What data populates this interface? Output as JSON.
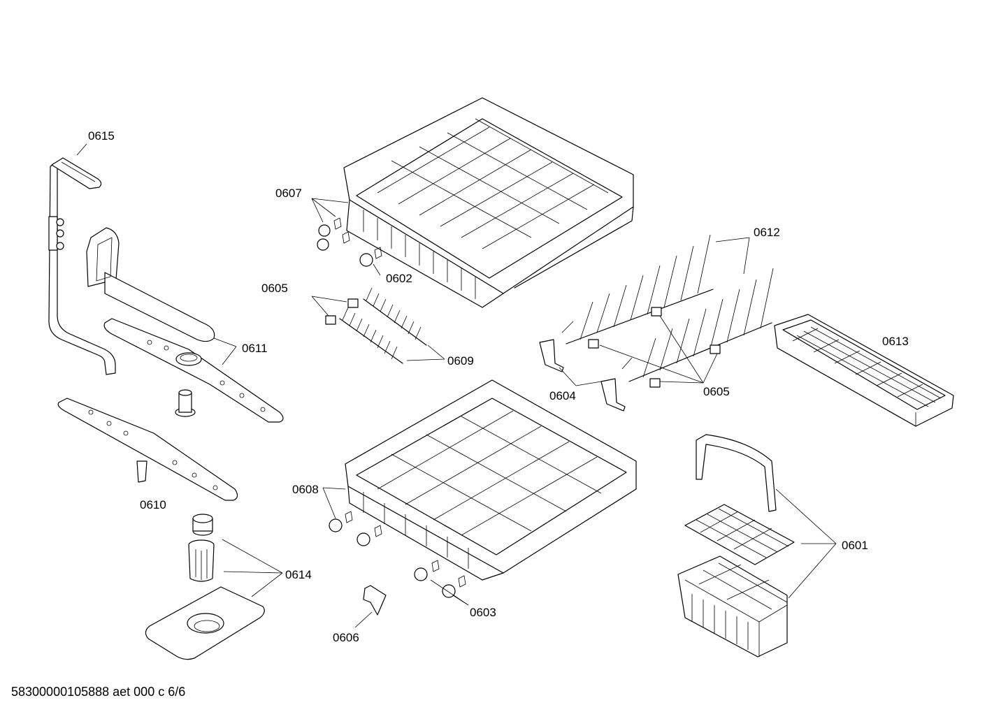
{
  "callouts": {
    "c0601": "0601",
    "c0602": "0602",
    "c0603": "0603",
    "c0604": "0604",
    "c0605a": "0605",
    "c0605b": "0605",
    "c0606": "0606",
    "c0607": "0607",
    "c0608": "0608",
    "c0609": "0609",
    "c0610": "0610",
    "c0611": "0611",
    "c0612": "0612",
    "c0613": "0613",
    "c0614": "0614",
    "c0615": "0615"
  },
  "footer": {
    "code": "58300000105888 aet 000 c 6/6"
  },
  "colors": {
    "line": "#000000",
    "background": "#ffffff"
  }
}
